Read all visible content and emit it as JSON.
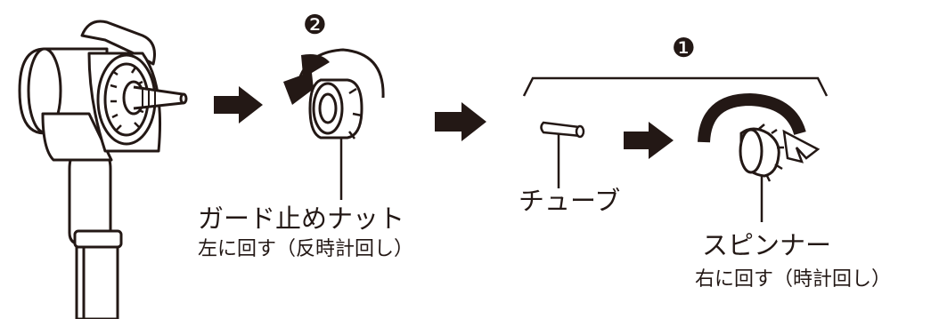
{
  "steps": [
    {
      "badge": "❷",
      "part_label": "ガード止めナット",
      "instruction": "左に回す（反時計回し）",
      "rotation": "counterclockwise"
    },
    {
      "badge": "❶",
      "part_label": "チューブ"
    },
    {
      "badge": "",
      "part_label": "スピンナー",
      "instruction": "右に回す（時計回し）",
      "rotation": "clockwise"
    }
  ],
  "colors": {
    "ink": "#231815",
    "paper": "#ffffff"
  },
  "icons": [
    "fan-motor-head-icon",
    "guard-nut-icon",
    "tube-icon",
    "spinner-icon",
    "step-arrow-icon",
    "rotation-arrow-icon"
  ]
}
